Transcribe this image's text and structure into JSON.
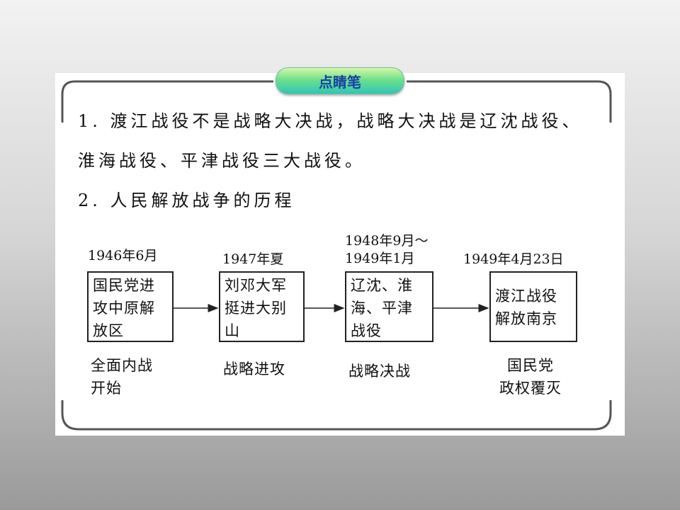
{
  "badge": {
    "label": "点睛笔"
  },
  "notes": {
    "line1": "1. 渡江战役不是战略大决战，战略大决战是辽沈战役、",
    "line2": "淮海战役、平津战役三大战役。",
    "line3": "2. 人民解放战争的历程"
  },
  "timeline": {
    "stages": [
      {
        "date": "1946年6月",
        "event": "国民党进\n攻中原解\n放区",
        "outcome": "全面内战\n开始"
      },
      {
        "date": "1947年夏",
        "event": "刘邓大军\n挺进大别\n山",
        "outcome": "战略进攻"
      },
      {
        "date": "1948年9月～\n1949年1月",
        "event": "辽沈、淮\n海、平津\n战役",
        "outcome": "战略决战"
      },
      {
        "date": "1949年4月23日",
        "event": "渡江战役\n解放南京",
        "outcome": "国民党\n政权覆灭"
      }
    ]
  },
  "colors": {
    "frame": "#555555",
    "badge_text": "#1a3fa8",
    "badge_fill": "#6fe08a"
  }
}
